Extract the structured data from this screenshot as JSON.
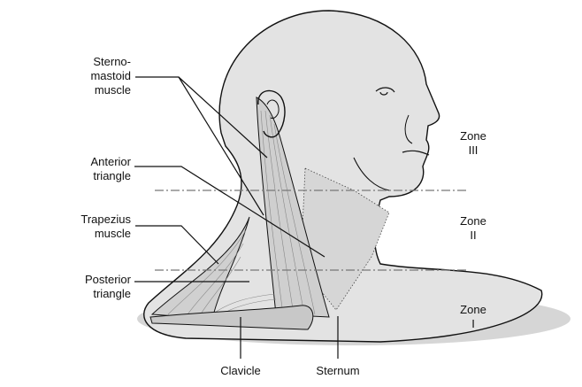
{
  "labels": {
    "sternomastoid": [
      "Sterno-",
      "mastoid",
      "muscle"
    ],
    "anterior_triangle": [
      "Anterior",
      "triangle"
    ],
    "trapezius": [
      "Trapezius",
      "muscle"
    ],
    "posterior_triangle": [
      "Posterior",
      "triangle"
    ],
    "clavicle": "Clavicle",
    "sternum": "Sternum"
  },
  "zones": [
    {
      "word": "Zone",
      "numeral": "III"
    },
    {
      "word": "Zone",
      "numeral": "II"
    },
    {
      "word": "Zone",
      "numeral": "I"
    }
  ],
  "colors": {
    "skin": "#e3e3e3",
    "shadow": "#cfcfcf",
    "line": "#111111",
    "zone_line": "#777777"
  }
}
